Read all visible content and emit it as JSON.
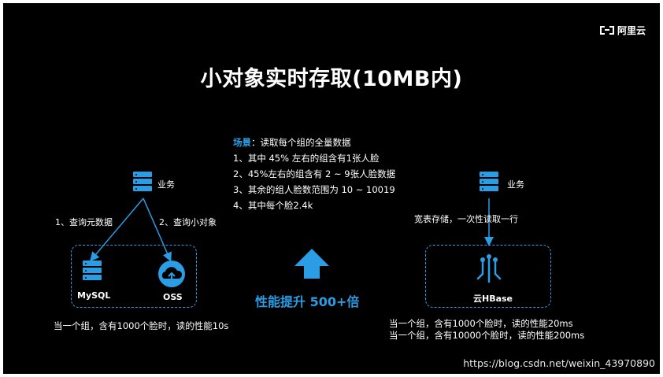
{
  "brand": {
    "name": "阿里云"
  },
  "title": "小对象实时存取(10MB内)",
  "scene": {
    "label": "场景",
    "desc": "：读取每个组的全量数据",
    "items": [
      "1、其中 45% 左右的组含有1张人脸",
      "2、45%左右的组含有 2 ~ 9张人脸数据",
      "3、其余的组人脸数范围为 10 ~ 10019",
      "4、其中每个脸2.4k"
    ]
  },
  "left": {
    "business_label": "业务",
    "query_meta": "1、查询元数据",
    "query_small": "2、查询小对象",
    "mysql_label": "MySQL",
    "oss_label": "OSS",
    "perf_note": "当一个组，含有1000个脸时，读的性能10s"
  },
  "center": {
    "perf_gain": "性能提升 500+倍"
  },
  "right": {
    "business_label": "业务",
    "storage_note": "宽表存储，一次性读取一行",
    "hbase_label": "云HBase",
    "perf_notes": [
      "当一个组，含有1000个脸时，读的性能20ms",
      "当一个组，含有10000个脸时，读的性能200ms"
    ]
  },
  "watermark": "https://blog.csdn.net/weixin_43970890",
  "colors": {
    "accent": "#2b9de4",
    "background": "#000000",
    "text": "#ffffff"
  }
}
